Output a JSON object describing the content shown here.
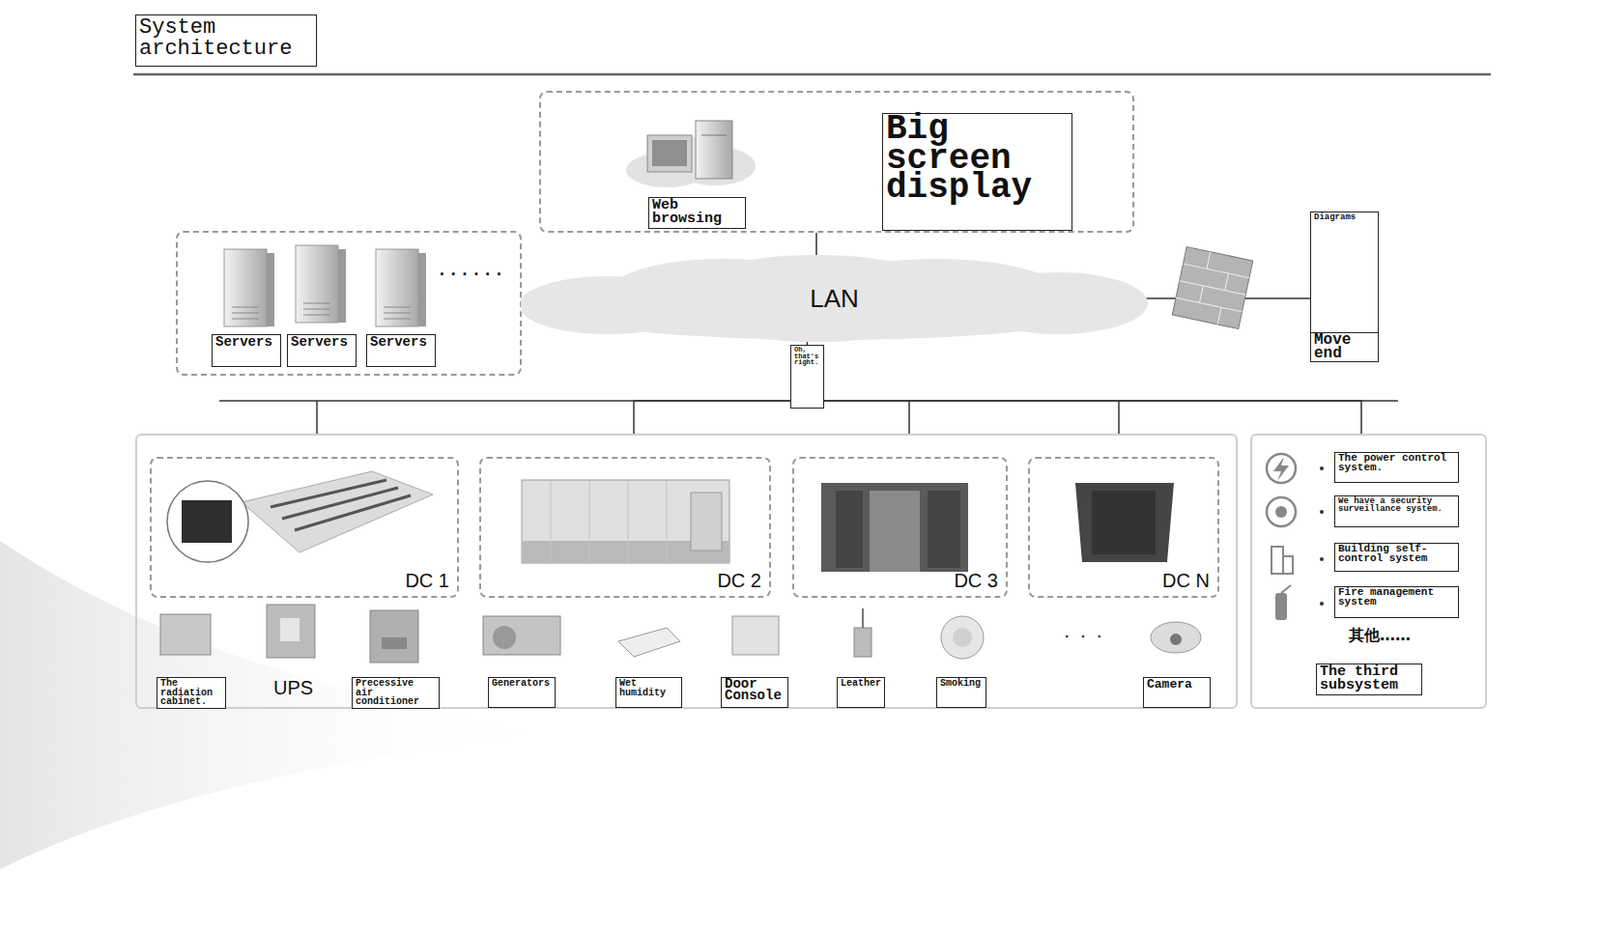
{
  "diagram": {
    "title": "System architecture",
    "nodes": [
      {
        "text": []
      },
      {
        "text": [
          "Web browsing"
        ],
        "in": 0
      },
      {
        "text": [
          "Big screen display"
        ],
        "in": 0
      },
      {
        "text": []
      },
      {
        "text": [
          "Servers"
        ],
        "in": 3
      },
      {
        "text": [
          "Servers"
        ],
        "in": 3
      },
      {
        "text": [
          "Servers"
        ],
        "in": 3
      },
      {
        "text": [
          "LAN"
        ]
      },
      {
        "text": [
          "Diagrams"
        ]
      },
      {
        "text": [
          "Move end"
        ],
        "in": 8
      },
      {
        "text": [
          "Oh, that's right."
        ]
      },
      {
        "text": []
      },
      {
        "text": [
          "DC 1"
        ],
        "in": 11
      },
      {
        "text": [
          "DC 2"
        ],
        "in": 11
      },
      {
        "text": [
          "DC 3"
        ],
        "in": 11
      },
      {
        "text": [
          "DC N"
        ],
        "in": 11
      },
      {
        "text": [
          "The radiation cabinet."
        ],
        "in": 11
      },
      {
        "text": [
          "Precessive air conditioner"
        ],
        "in": 11
      },
      {
        "text": [
          "Generators"
        ],
        "in": 11
      },
      {
        "text": [
          "Wet humidity"
        ],
        "in": 11
      },
      {
        "text": [
          "Door Console"
        ],
        "in": 11
      },
      {
        "text": [
          "Leather"
        ],
        "in": 11
      },
      {
        "text": [
          "Smoking"
        ],
        "in": 11
      },
      {
        "text": [
          "Camera"
        ],
        "in": 11
      },
      {
        "text": [
          "其他……"
        ]
      },
      {
        "text": [
          "The power control system."
        ],
        "in": 24
      },
      {
        "text": [
          "We have a security surveillance system."
        ],
        "in": 24
      },
      {
        "text": [
          "Building self-control system"
        ],
        "in": 24
      },
      {
        "text": [
          "Fire management system"
        ],
        "in": 24
      },
      {
        "text": [
          "The third subsystem"
        ],
        "in": 24
      }
    ],
    "edges": [
      {
        "from": 7,
        "to": 0,
        "arrow": "none"
      },
      {
        "from": 7,
        "to": 8,
        "arrow": "none"
      },
      {
        "from": 7,
        "to": 10,
        "arrow": "none"
      },
      {
        "from": 10,
        "to": 11,
        "arrow": "none"
      },
      {
        "from": 10,
        "to": 24,
        "arrow": "none"
      }
    ],
    "labels": [
      "UPS",
      "......",
      ". . ."
    ]
  }
}
